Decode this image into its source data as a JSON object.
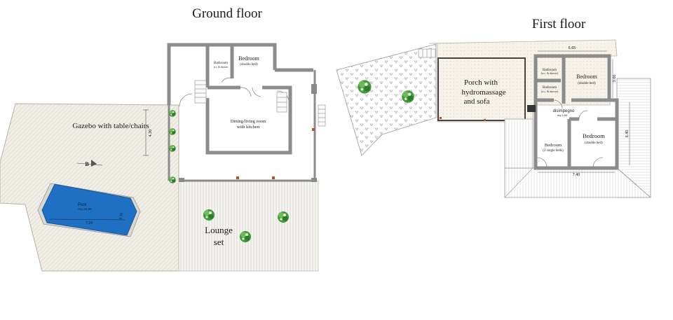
{
  "ground_floor": {
    "title": "Ground floor",
    "rooms": {
      "bathroom": "Bathroom",
      "bathroom_note": "w.c. & shower",
      "bedroom": "Bedroom",
      "bedroom_note": "(double bed)",
      "dining_1": "Dining/living room",
      "dining_2": "with kitchen",
      "gazebo": "Gazebo with table/chairs",
      "pool": "Pool",
      "pool_area": "mq 26.50",
      "lounge_1": "Lounge",
      "lounge_2": "set"
    },
    "marks": {
      "north": "B",
      "pool_length": "7.24",
      "pool_width": "3.76",
      "gazebo_dim": "4.20"
    }
  },
  "first_floor": {
    "title": "First floor",
    "rooms": {
      "porch_1": "Porch with",
      "porch_2": "hydromassage",
      "porch_3": "and sofa",
      "bathroom_1": "Bathroom",
      "bathroom_1_note": "(w.c. & shower)",
      "bathroom_2": "Bathroom",
      "bathroom_2_note": "(w.c. & shower)",
      "bedroom_1": "Bedroom",
      "bedroom_1_note": "(double bed)",
      "hall": "disimpegno",
      "hall_area": "mq 3.60",
      "bedroom_2": "Bedroom",
      "bedroom_2_note": "(2 single beds)",
      "bedroom_3": "Bedroom",
      "bedroom_3_note": "(double bed)"
    },
    "marks": {
      "top_dim": "6.65",
      "right_dim": "3.60",
      "side_dim": "6.40",
      "bottom_dim": "7.40"
    }
  },
  "colors": {
    "wall": "#8a8a8a",
    "pool": "#1f6fc2",
    "grass": "#2f8a2b",
    "paving": "#efebe3"
  }
}
